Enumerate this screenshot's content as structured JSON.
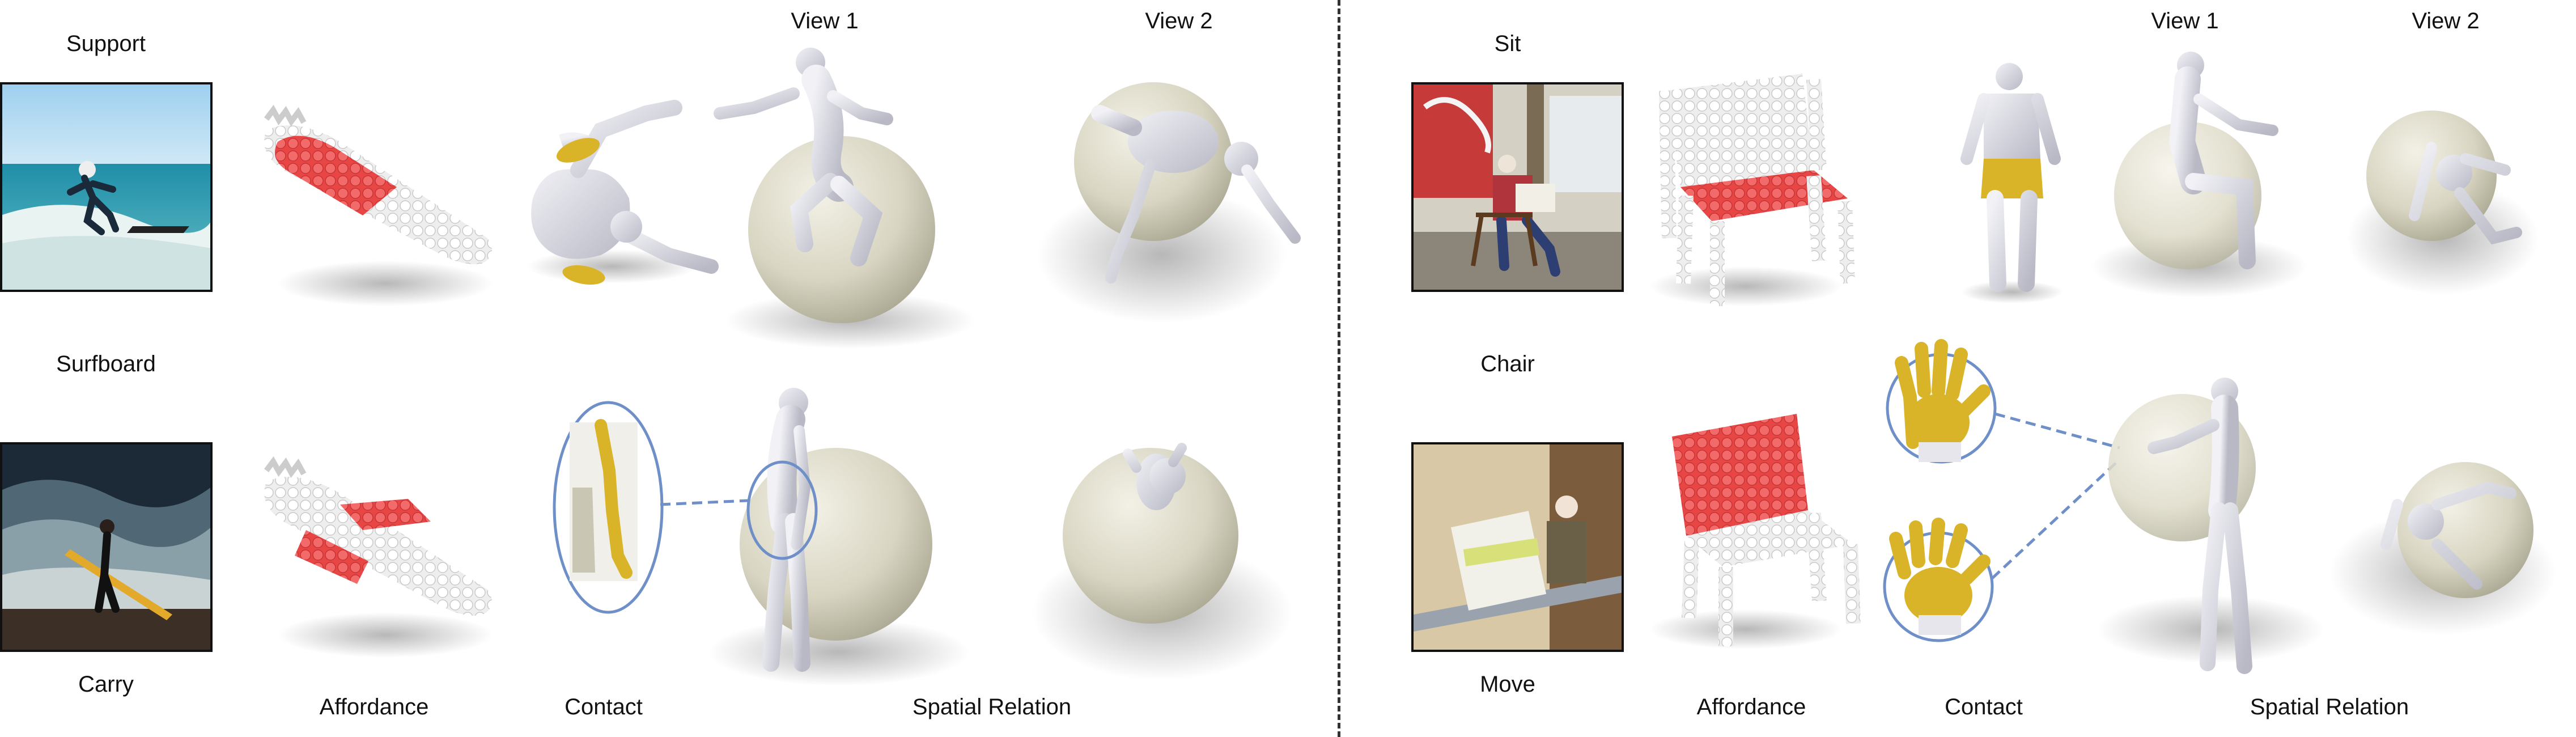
{
  "left": {
    "row1_action": "Support",
    "object": "Surfboard",
    "row2_action": "Carry",
    "view1": "View 1",
    "view2": "View 2",
    "col_affordance": "Affordance",
    "col_contact": "Contact",
    "col_spatial": "Spatial Relation"
  },
  "right": {
    "row1_action": "Sit",
    "object": "Chair",
    "row2_action": "Move",
    "view1": "View 1",
    "view2": "View 2",
    "col_affordance": "Affordance",
    "col_contact": "Contact",
    "col_spatial": "Spatial Relation"
  },
  "colors": {
    "affordance": "#f15b5b",
    "contact": "#d9b429",
    "sphere": "#d8d5c2",
    "body": "#dcdce4",
    "dashed_link": "#6f8fc8"
  }
}
